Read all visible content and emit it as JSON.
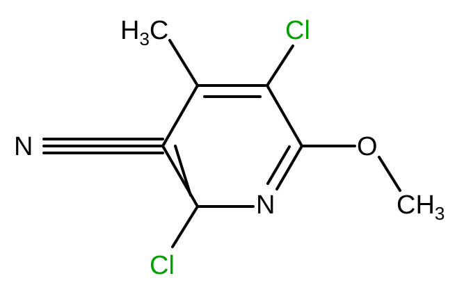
{
  "molecule": {
    "atom_labels": {
      "cl_top": "Cl",
      "cl_bottom": "Cl",
      "n_nitrile": "N",
      "n_ring": "N",
      "o_methoxy": "O",
      "methyl_top": {
        "main": "H",
        "sub": "3",
        "tail": "C"
      },
      "methyl_methoxy": {
        "main": "CH",
        "sub": "3"
      }
    },
    "colors": {
      "bond": "#000000",
      "chlorine": "#00a000",
      "nitrogen": "#000000",
      "oxygen": "#000000",
      "carbon": "#000000"
    }
  }
}
